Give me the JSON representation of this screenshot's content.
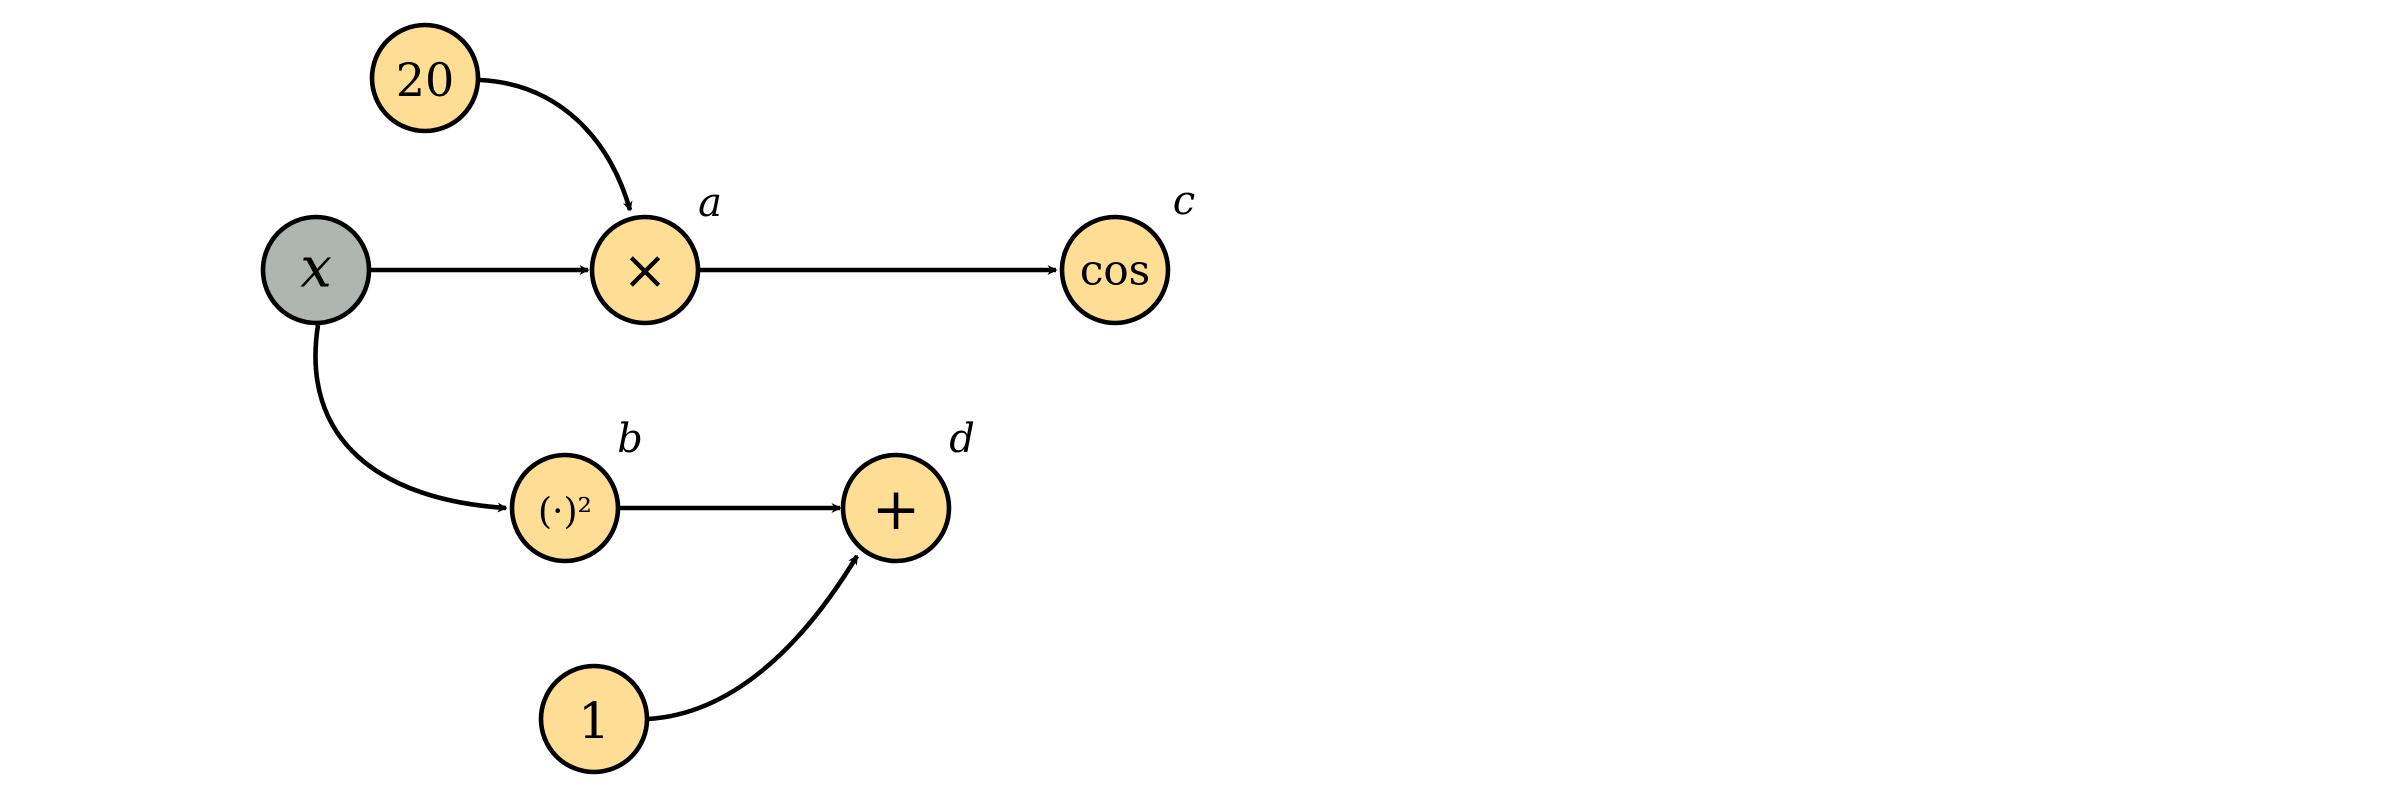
{
  "colors": {
    "operation_fill": "#FEDE94",
    "input_fill": "#AFB5B1",
    "stroke": "#000000"
  },
  "nodes": [
    {
      "id": "const20",
      "text": "20",
      "label": "",
      "kind": "operation"
    },
    {
      "id": "x",
      "text": "x",
      "label": "",
      "kind": "input"
    },
    {
      "id": "mul",
      "text": "×",
      "label": "a",
      "kind": "operation"
    },
    {
      "id": "cos",
      "text": "cos",
      "label": "c",
      "kind": "operation"
    },
    {
      "id": "square",
      "text": "(·)²",
      "label": "b",
      "kind": "operation"
    },
    {
      "id": "add",
      "text": "+",
      "label": "d",
      "kind": "operation"
    },
    {
      "id": "const1",
      "text": "1",
      "label": "",
      "kind": "operation"
    }
  ],
  "edges": [
    {
      "from": "const20",
      "to": "mul"
    },
    {
      "from": "x",
      "to": "mul"
    },
    {
      "from": "mul",
      "to": "cos"
    },
    {
      "from": "x",
      "to": "square"
    },
    {
      "from": "square",
      "to": "add"
    },
    {
      "from": "const1",
      "to": "add"
    }
  ]
}
